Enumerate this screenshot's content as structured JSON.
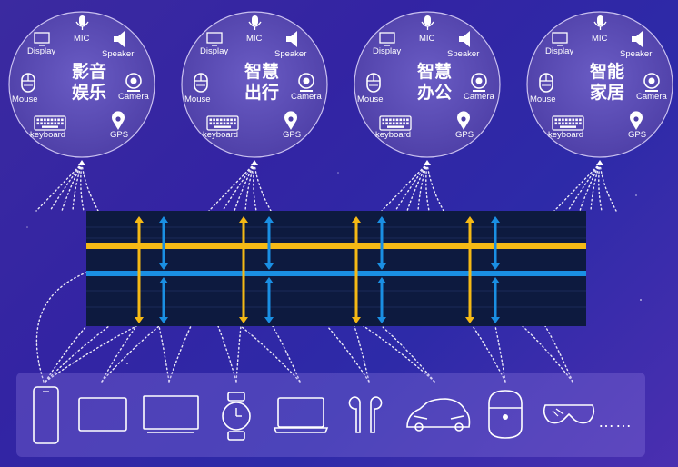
{
  "scenarios": [
    {
      "title_line1": "影音",
      "title_line2": "娱乐",
      "labels": {
        "display": "Display",
        "mic": "MIC",
        "speaker": "Speaker",
        "mouse": "Mouse",
        "camera": "Camera",
        "keyboard": "keyboard",
        "gps": "GPS"
      }
    },
    {
      "title_line1": "智慧",
      "title_line2": "出行",
      "labels": {
        "display": "Display",
        "mic": "MIC",
        "speaker": "Speaker",
        "mouse": "Mouse",
        "camera": "Camera",
        "keyboard": "keyboard",
        "gps": "GPS"
      }
    },
    {
      "title_line1": "智慧",
      "title_line2": "办公",
      "labels": {
        "display": "Display",
        "mic": "MIC",
        "speaker": "Speaker",
        "mouse": "Mouse",
        "camera": "Camera",
        "keyboard": "keyboard",
        "gps": "GPS"
      }
    },
    {
      "title_line1": "智能",
      "title_line2": "家居",
      "labels": {
        "display": "Display",
        "mic": "MIC",
        "speaker": "Speaker",
        "mouse": "Mouse",
        "camera": "Camera",
        "keyboard": "keyboard",
        "gps": "GPS"
      }
    }
  ],
  "devices": [
    "phone-icon",
    "tablet-icon",
    "large-screen-icon",
    "watch-icon",
    "laptop-icon",
    "earbuds-icon",
    "car-icon",
    "smart-speaker-icon",
    "vr-glasses-icon"
  ],
  "more_text": "……",
  "colors": {
    "background": "#3324a3",
    "bus_panel": "#0d1a3f",
    "bus_yellow": "#f5b915",
    "bus_blue": "#1a8fe3",
    "circle_fill": "#5b4bb0",
    "circle_border": "#b9aee8",
    "tray": "#6a5cc8"
  }
}
